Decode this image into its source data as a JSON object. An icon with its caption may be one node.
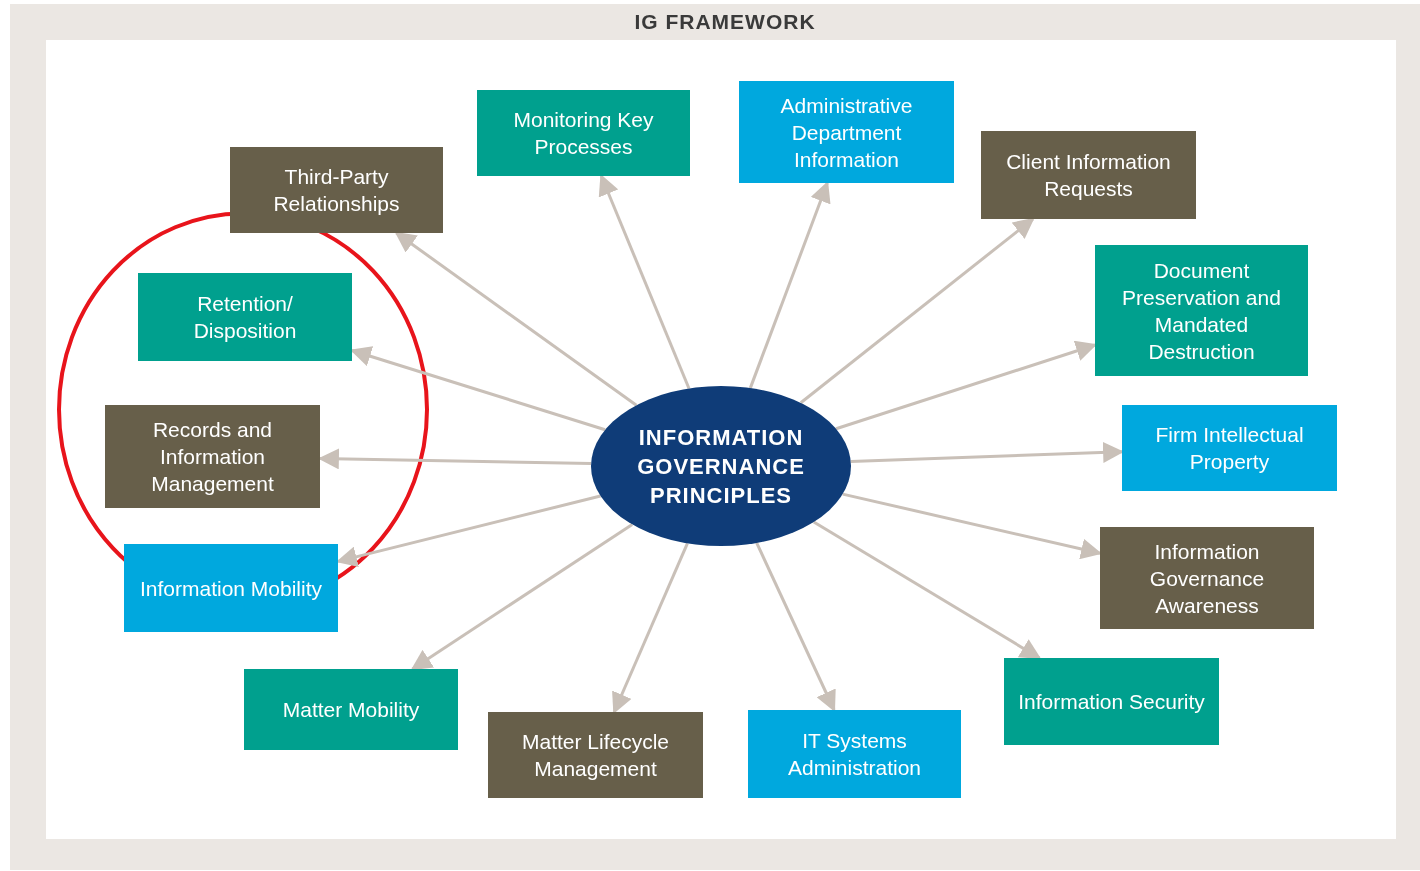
{
  "diagram": {
    "title": "IG FRAMEWORK",
    "nodes": [
      {
        "text": [
          "INFORMATION GOVERNANCE PRINCIPLES"
        ]
      },
      {
        "text": [
          "Third-Party Relationships"
        ]
      },
      {
        "text": [
          "Monitoring Key Processes"
        ]
      },
      {
        "text": [
          "Administrative Department Information"
        ]
      },
      {
        "text": [
          "Client Information Requests"
        ]
      },
      {
        "text": [
          "Document Preservation and Mandated Destruction"
        ]
      },
      {
        "text": [
          "Retention/ Disposition"
        ]
      },
      {
        "text": [
          "Records and Information Management"
        ]
      },
      {
        "text": [
          "Firm Intellectual Property"
        ]
      },
      {
        "text": [
          "Information Governance Awareness"
        ]
      },
      {
        "text": [
          "Information Mobility"
        ]
      },
      {
        "text": [
          "Matter Mobility"
        ]
      },
      {
        "text": [
          "Information Security"
        ]
      },
      {
        "text": [
          "Matter Lifecycle Management"
        ]
      },
      {
        "text": [
          "IT Systems Administration"
        ]
      }
    ],
    "edges": [
      {
        "from": 0,
        "to": 1,
        "arrow": "to"
      },
      {
        "from": 0,
        "to": 2,
        "arrow": "to"
      },
      {
        "from": 0,
        "to": 3,
        "arrow": "to"
      },
      {
        "from": 0,
        "to": 4,
        "arrow": "to"
      },
      {
        "from": 0,
        "to": 5,
        "arrow": "to"
      },
      {
        "from": 0,
        "to": 6,
        "arrow": "to"
      },
      {
        "from": 0,
        "to": 7,
        "arrow": "to"
      },
      {
        "from": 0,
        "to": 8,
        "arrow": "to"
      },
      {
        "from": 0,
        "to": 9,
        "arrow": "to"
      },
      {
        "from": 0,
        "to": 10,
        "arrow": "to"
      },
      {
        "from": 0,
        "to": 11,
        "arrow": "to"
      },
      {
        "from": 0,
        "to": 12,
        "arrow": "to"
      },
      {
        "from": 0,
        "to": 13,
        "arrow": "to"
      },
      {
        "from": 0,
        "to": 14,
        "arrow": "to"
      }
    ]
  }
}
